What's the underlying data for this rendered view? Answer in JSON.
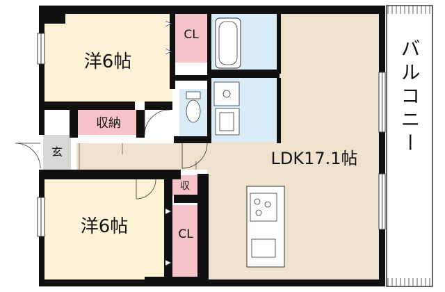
{
  "rooms": {
    "western_top": "洋6帖",
    "western_bottom": "洋6帖",
    "ldk": "LDK17.1帖",
    "balcony": "バルコニー",
    "storage": "収納",
    "small_storage": "収",
    "closet_top": "CL",
    "closet_bottom": "CL",
    "entrance": "玄"
  },
  "colors": {
    "wall": "#111111",
    "western_floor": "#fcf3d6",
    "ldk_floor": "#eee2cf",
    "corridor_floor": "#eee2cf",
    "storage_pink": "#f7c2c8",
    "wet_area_blue": "#d9ecf8",
    "entrance_gray": "#d8d8d8",
    "balcony_fill": "#ffffff"
  }
}
